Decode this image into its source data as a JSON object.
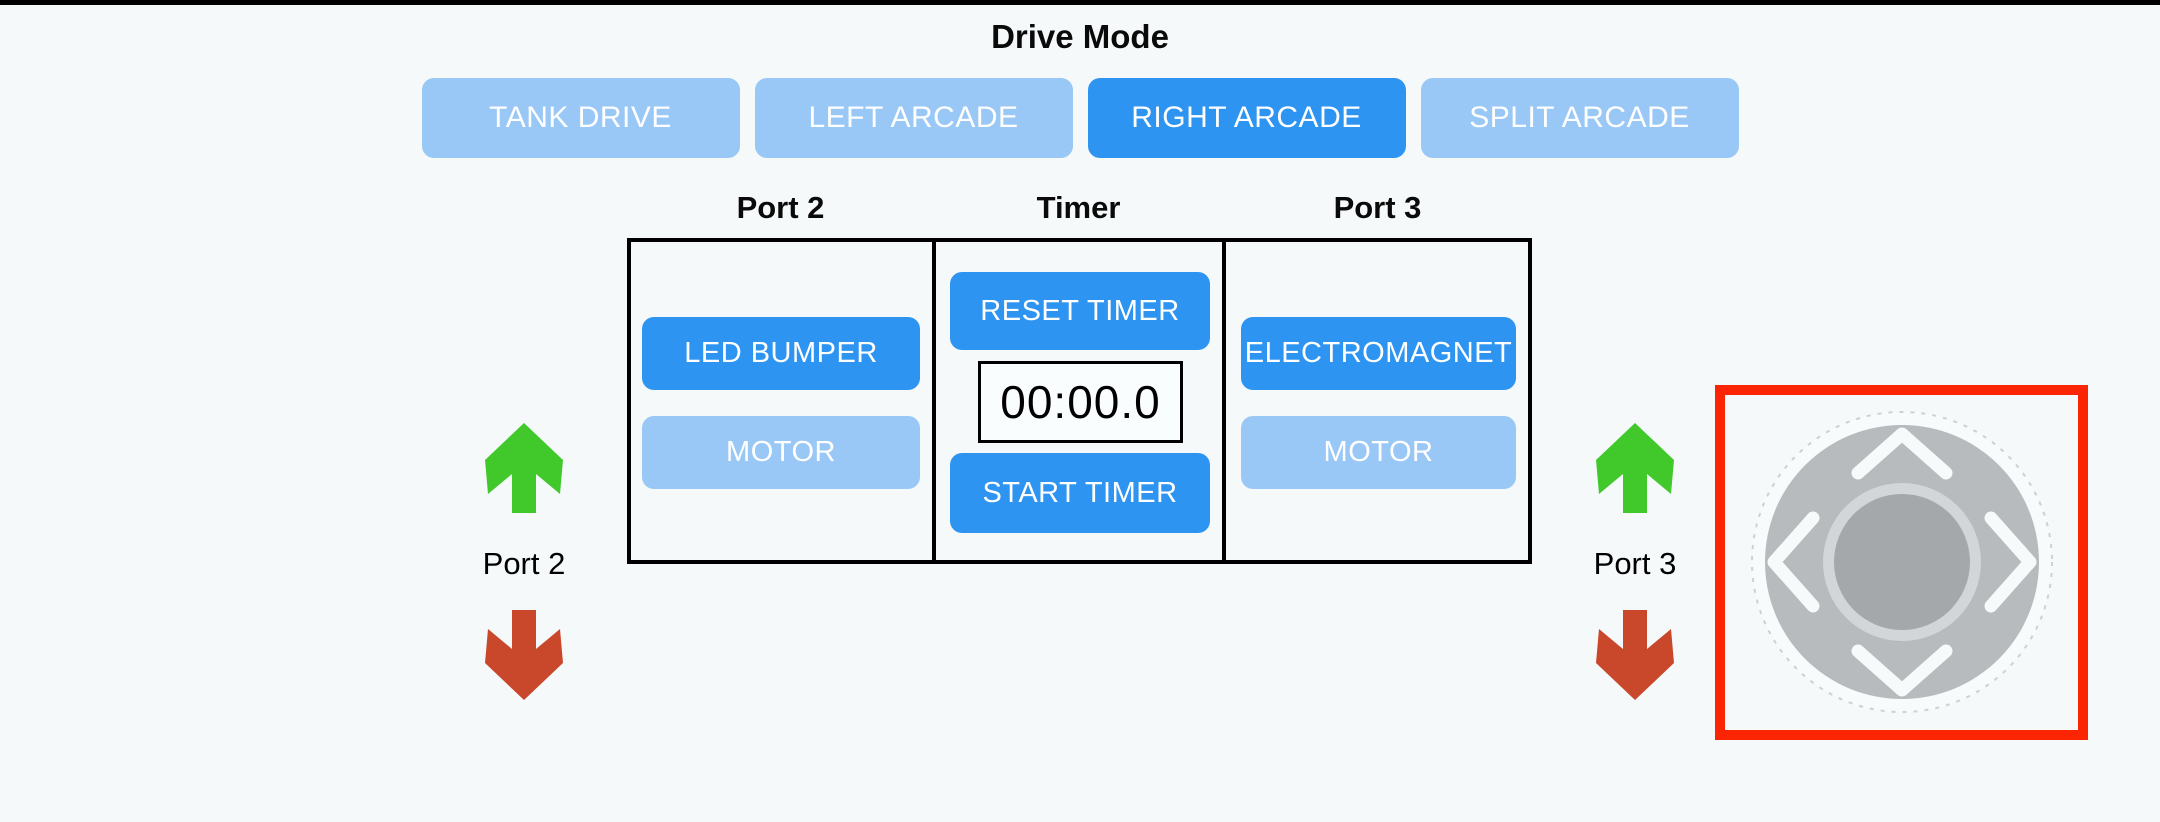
{
  "screen": {
    "background_color": "#f5f9fa",
    "top_bar_color": "#000000"
  },
  "drive_mode": {
    "title": "Drive Mode",
    "active_color": "#2d94f2",
    "inactive_color": "#99c8f6",
    "buttons": [
      {
        "label": "TANK DRIVE",
        "active": false
      },
      {
        "label": "LEFT ARCADE",
        "active": false
      },
      {
        "label": "RIGHT ARCADE",
        "active": true
      },
      {
        "label": "SPLIT ARCADE",
        "active": false
      }
    ]
  },
  "control_panel": {
    "port2": {
      "header": "Port 2",
      "buttons": [
        {
          "label": "LED BUMPER",
          "active": true
        },
        {
          "label": "MOTOR",
          "active": false
        }
      ]
    },
    "timer": {
      "header": "Timer",
      "reset_button": "RESET TIMER",
      "display_value": "00:00.0",
      "start_button": "START TIMER"
    },
    "port3": {
      "header": "Port 3",
      "buttons": [
        {
          "label": "ELECTROMAGNET",
          "active": true
        },
        {
          "label": "MOTOR",
          "active": false
        }
      ]
    }
  },
  "direction_indicators": {
    "left": {
      "label": "Port 2",
      "up_arrow_color": "#41c92c",
      "down_arrow_color": "#c9472a"
    },
    "right": {
      "label": "Port 3",
      "up_arrow_color": "#41c92c",
      "down_arrow_color": "#c9472a"
    }
  },
  "joystick": {
    "highlight_border_color": "#fb2503",
    "base_color": "#f8fbfc",
    "pad_color": "#b7bbbd",
    "ring_color": "#d3d6d8",
    "knob_color": "#a4a8ab",
    "chevron_color": "#f7fafa",
    "icons": [
      "chevron-up-icon",
      "chevron-left-icon",
      "chevron-right-icon",
      "chevron-down-icon"
    ]
  }
}
